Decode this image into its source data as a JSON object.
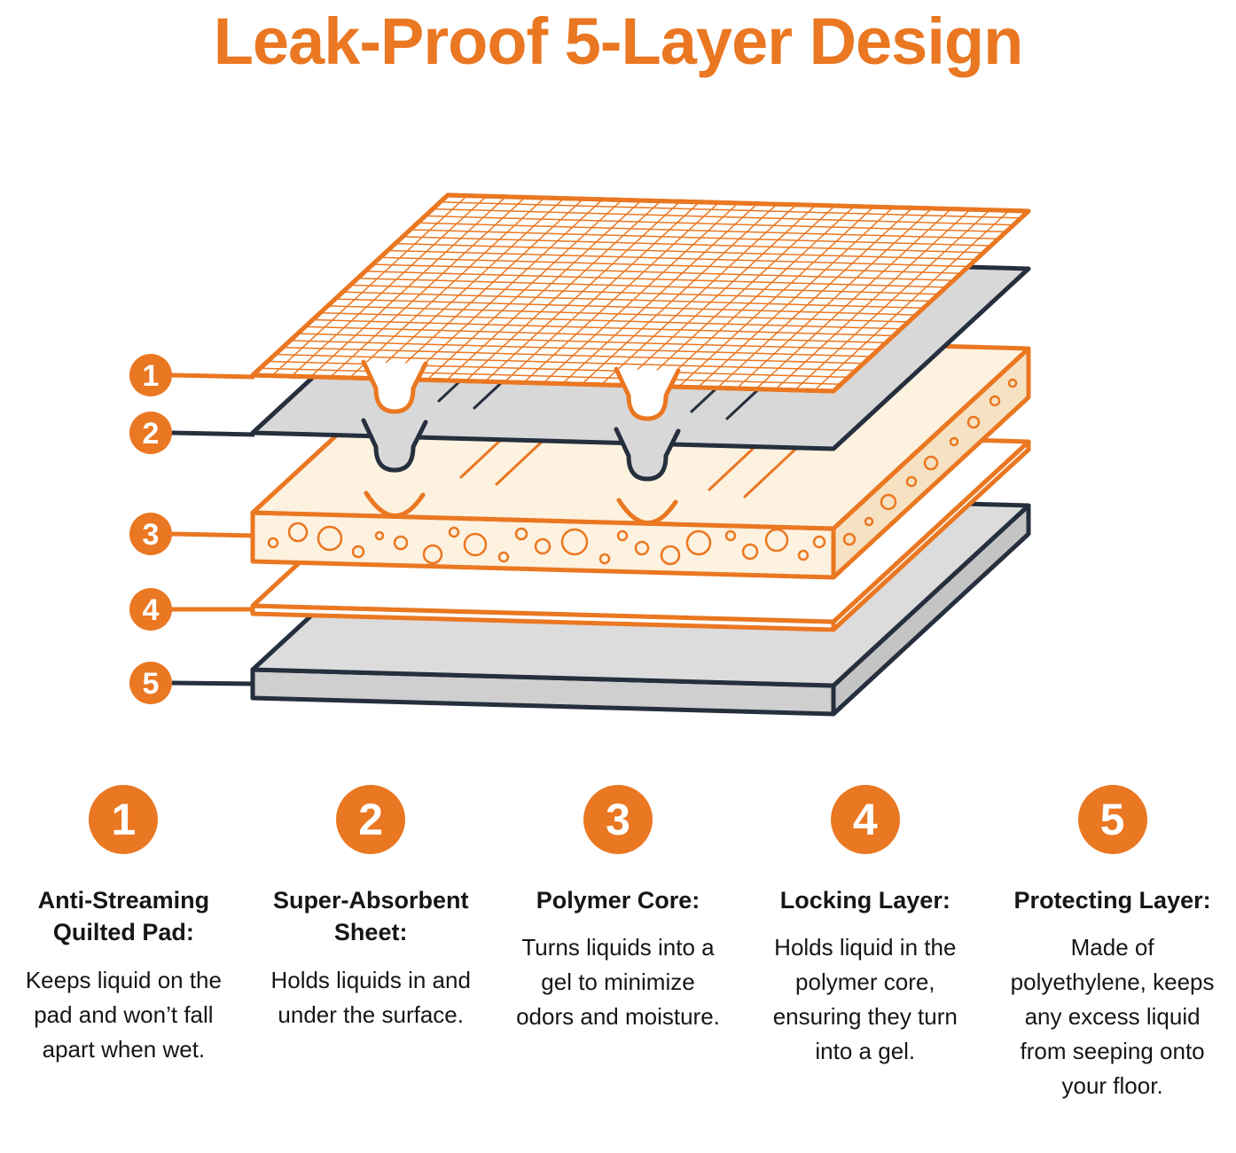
{
  "title": "Leak-Proof 5-Layer Design",
  "colors": {
    "orange": "#EA7721",
    "navy": "#252F3D",
    "layer_gray": "#D8D8D8",
    "core_cream": "#FDF1DF"
  },
  "diagram": {
    "callouts": [
      {
        "number": "1"
      },
      {
        "number": "2"
      },
      {
        "number": "3"
      },
      {
        "number": "4"
      },
      {
        "number": "5"
      }
    ]
  },
  "legend": [
    {
      "number": "1",
      "heading": "Anti-Streaming Quilted Pad:",
      "body": "Keeps liquid on the pad and won’t fall apart when wet."
    },
    {
      "number": "2",
      "heading": "Super-Absorbent Sheet:",
      "body": "Holds liquids in and under the surface."
    },
    {
      "number": "3",
      "heading": "Polymer Core:",
      "body": "Turns liquids into a gel to minimize odors and moisture."
    },
    {
      "number": "4",
      "heading": "Locking Layer:",
      "body": "Holds liquid in the polymer core, ensuring they turn into a gel."
    },
    {
      "number": "5",
      "heading": "Protecting Layer:",
      "body": "Made of polyethylene, keeps any excess liquid from seeping onto your floor."
    }
  ]
}
